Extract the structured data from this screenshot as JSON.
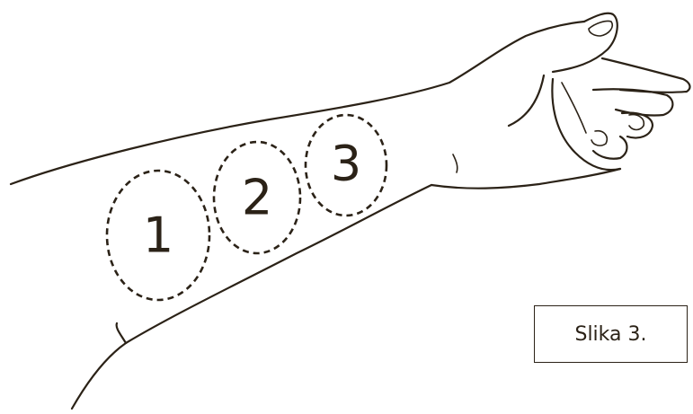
{
  "colors": {
    "line": "#2b2217",
    "background": "#ffffff"
  },
  "zones": [
    {
      "label": "1"
    },
    {
      "label": "2"
    },
    {
      "label": "3"
    }
  ],
  "caption": "Slika 3."
}
